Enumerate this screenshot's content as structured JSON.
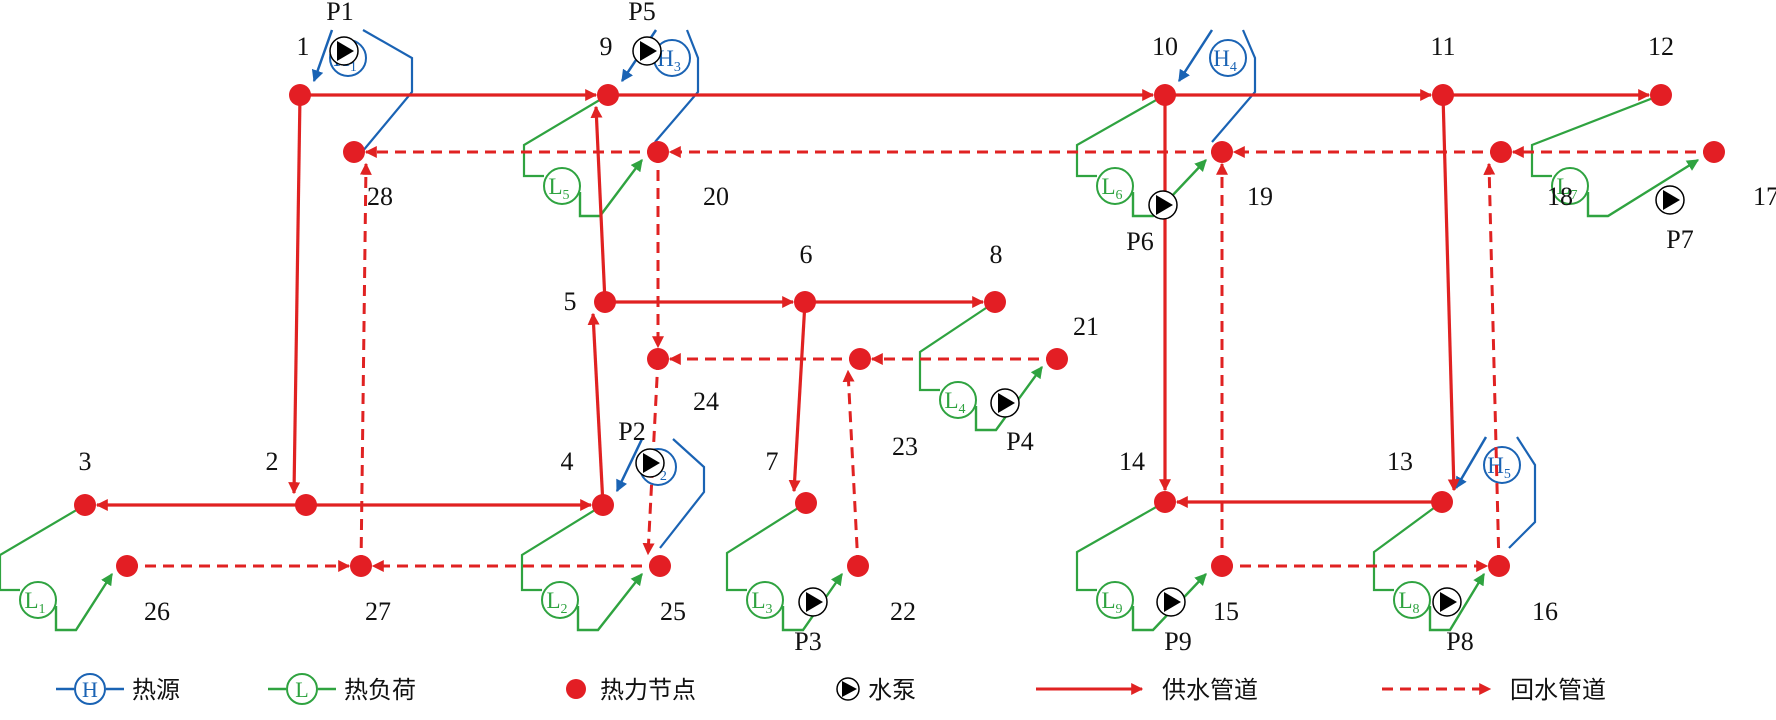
{
  "colors": {
    "supply": "#e02222",
    "return": "#e02222",
    "node": "#e31e24",
    "source": "#1a63b4",
    "load": "#2fa340",
    "pump": "#000000",
    "text": "#111111"
  },
  "nodes": [
    "1",
    "2",
    "3",
    "4",
    "5",
    "6",
    "7",
    "8",
    "9",
    "10",
    "11",
    "12",
    "13",
    "14",
    "15",
    "16",
    "17",
    "18",
    "19",
    "20",
    "21",
    "22",
    "23",
    "24",
    "25",
    "26",
    "27",
    "28"
  ],
  "pumps": [
    "P1",
    "P2",
    "P3",
    "P4",
    "P5",
    "P6",
    "P7",
    "P8",
    "P9"
  ],
  "sources": [
    {
      "letter": "H",
      "sub": "1"
    },
    {
      "letter": "H",
      "sub": "2"
    },
    {
      "letter": "H",
      "sub": "3"
    },
    {
      "letter": "H",
      "sub": "4"
    },
    {
      "letter": "H",
      "sub": "5"
    }
  ],
  "loads": [
    {
      "letter": "L",
      "sub": "1"
    },
    {
      "letter": "L",
      "sub": "2"
    },
    {
      "letter": "L",
      "sub": "3"
    },
    {
      "letter": "L",
      "sub": "4"
    },
    {
      "letter": "L",
      "sub": "5"
    },
    {
      "letter": "L",
      "sub": "6"
    },
    {
      "letter": "L",
      "sub": "7"
    },
    {
      "letter": "L",
      "sub": "8"
    },
    {
      "letter": "L",
      "sub": "9"
    }
  ],
  "legend": {
    "heat_source_symbol": "H",
    "heat_source_label": "热源",
    "heat_load_symbol": "L",
    "heat_load_label": "热负荷",
    "node_label": "热力节点",
    "pump_label": "水泵",
    "supply_label": "供水管道",
    "return_label": "回水管道"
  }
}
